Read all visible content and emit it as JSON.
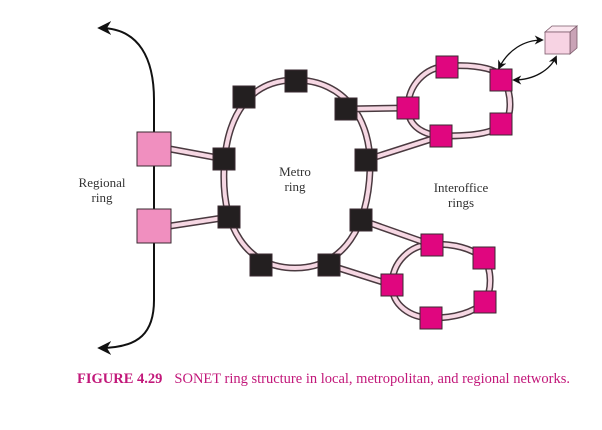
{
  "figure": {
    "labels": {
      "regional": [
        "Regional",
        "ring"
      ],
      "metro": [
        "Metro",
        "ring"
      ],
      "interoffice": [
        "Interoffice",
        "rings"
      ]
    },
    "caption": {
      "number": "FIGURE 4.29",
      "text": "SONET ring structure in local, metropolitan, and regional networks."
    },
    "colors": {
      "metro_node": "#231f20",
      "regional_node": "#f08fbf",
      "interoffice_node": "#e0067f",
      "fiber_fill": "#f6d7e3",
      "fiber_edge": "#4a3a40",
      "caption": "#c2187a",
      "cube_front": "#f7d3e3",
      "cube_side": "#c9a3b6",
      "cube_top": "#fbe6ef"
    },
    "rings": [
      {
        "name": "regional-ring",
        "nodes": 2,
        "node_type": "regional"
      },
      {
        "name": "metro-ring",
        "nodes": 9,
        "node_type": "metro"
      },
      {
        "name": "interoffice-ring-upper",
        "nodes": 5,
        "node_type": "interoffice"
      },
      {
        "name": "interoffice-ring-lower",
        "nodes": 5,
        "node_type": "interoffice"
      }
    ]
  }
}
